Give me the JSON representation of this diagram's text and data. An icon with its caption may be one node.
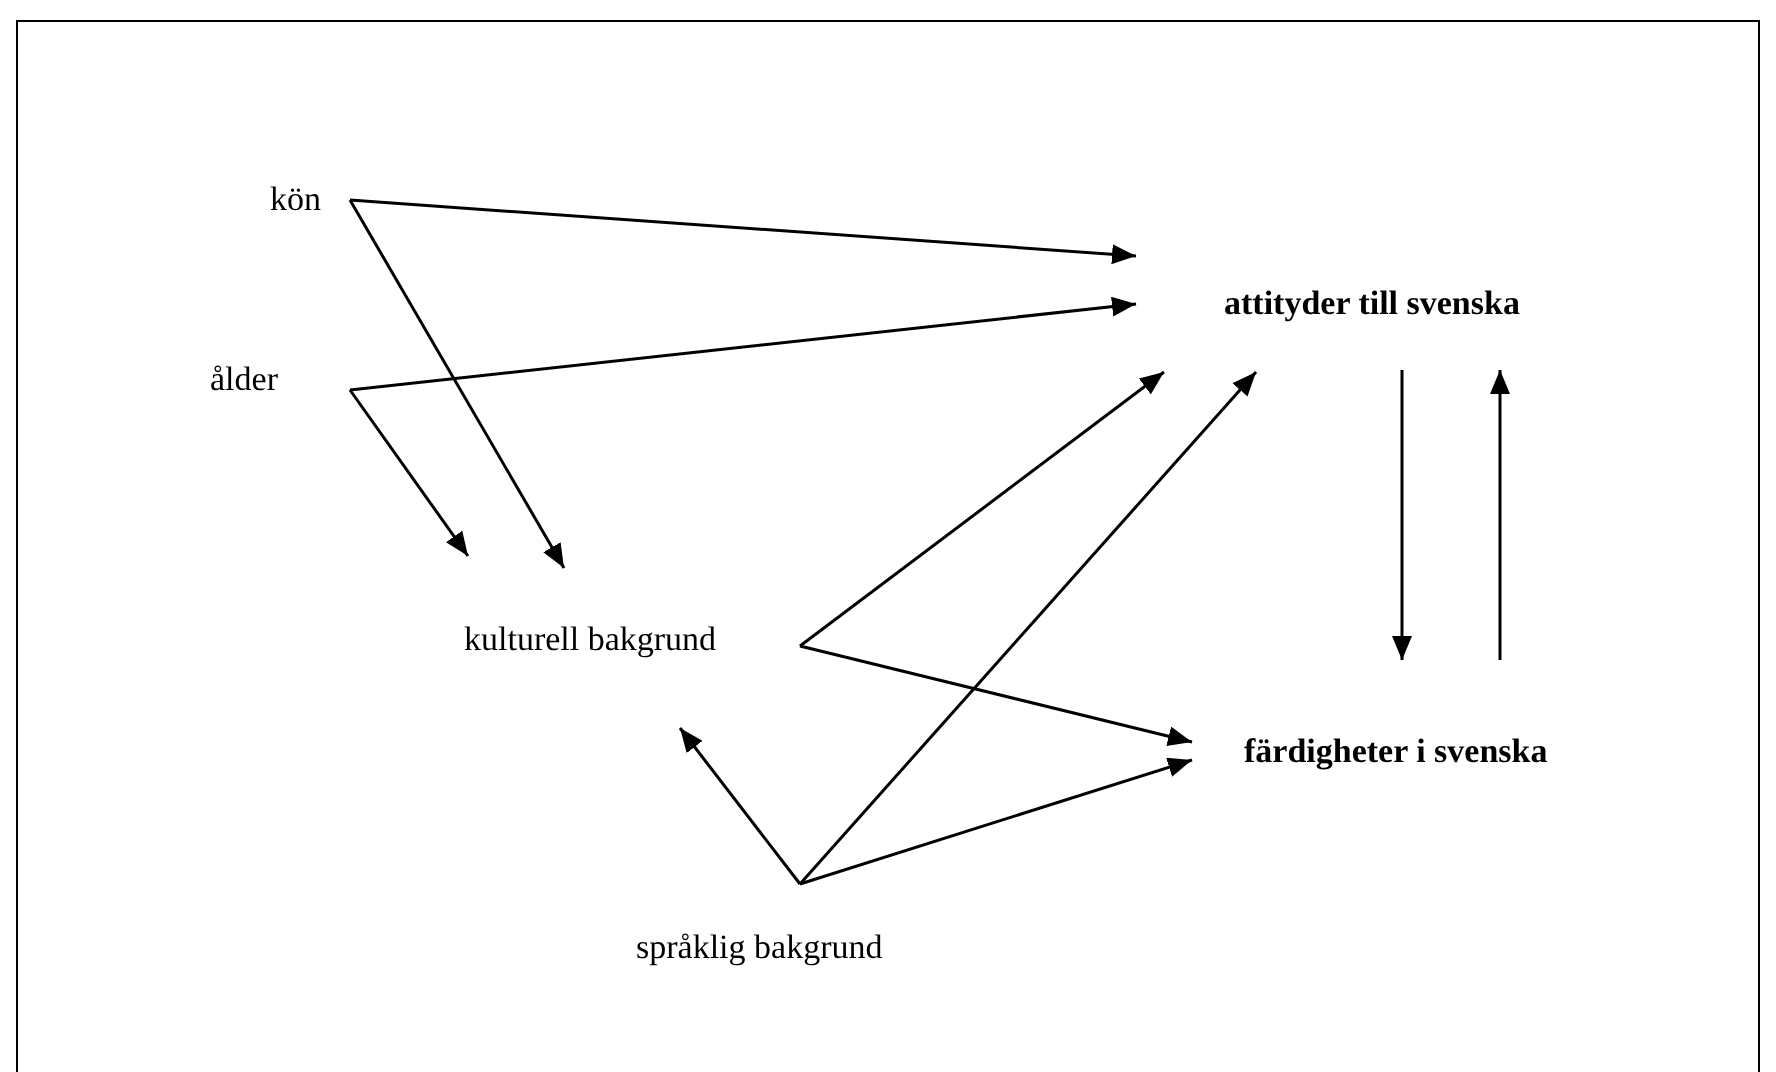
{
  "diagram": {
    "nodes": [
      {
        "text": [
          "kön"
        ]
      },
      {
        "text": [
          "ålder"
        ]
      },
      {
        "text": [
          "attityder till svenska"
        ]
      },
      {
        "text": [
          "kulturell bakgrund"
        ]
      },
      {
        "text": [
          "färdigheter i svenska"
        ]
      },
      {
        "text": [
          "språklig bakgrund"
        ]
      }
    ],
    "edges": [
      {
        "from": 0,
        "to": 2,
        "arrow": "to"
      },
      {
        "from": 0,
        "to": 3,
        "arrow": "to"
      },
      {
        "from": 1,
        "to": 2,
        "arrow": "to"
      },
      {
        "from": 1,
        "to": 3,
        "arrow": "to"
      },
      {
        "from": 3,
        "to": 2,
        "arrow": "to"
      },
      {
        "from": 3,
        "to": 4,
        "arrow": "to"
      },
      {
        "from": 5,
        "to": 3,
        "arrow": "to"
      },
      {
        "from": 5,
        "to": 2,
        "arrow": "to"
      },
      {
        "from": 5,
        "to": 4,
        "arrow": "to"
      },
      {
        "from": 2,
        "to": 4,
        "arrow": "to"
      },
      {
        "from": 4,
        "to": 2,
        "arrow": "to"
      }
    ]
  }
}
